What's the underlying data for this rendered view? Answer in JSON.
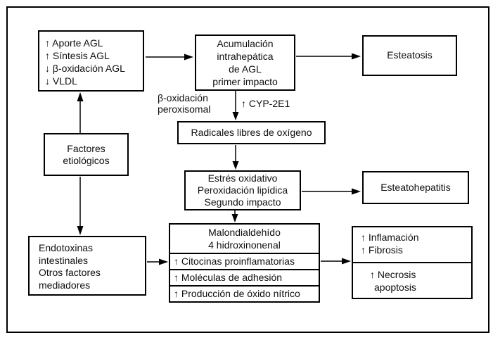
{
  "boxes": {
    "agl": {
      "lines": [
        "↑ Aporte AGL",
        "↑ Síntesis AGL",
        "↓ β-oxidación AGL",
        "↓ VLDL"
      ]
    },
    "acumulacion": {
      "lines": [
        "Acumulación",
        "intrahepática",
        "de AGL",
        "primer impacto"
      ]
    },
    "esteatosis": {
      "label": "Esteatosis"
    },
    "radicales": {
      "label": "Radicales libres de oxígeno"
    },
    "estres": {
      "lines": [
        "Estrés oxidativo",
        "Peroxidación lipídica",
        "Segundo impacto"
      ]
    },
    "esteatohepatitis": {
      "label": "Esteatohepatitis"
    },
    "factores": {
      "lines": [
        "Factores",
        "etiológicos"
      ]
    },
    "endotoxinas": {
      "lines": [
        "Endotoxinas",
        "intestinales",
        "Otros factores",
        "mediadores"
      ]
    },
    "mediadores": {
      "header": [
        "Malondialdehído",
        "4 hidroxinonenal"
      ],
      "rows": [
        "↑ Citocinas proinflamatorias",
        "↑ Moléculas de adhesión",
        "↑ Producción de óxido nítrico"
      ]
    },
    "consecuencias": {
      "top": [
        "↑ Inflamación",
        "↑ Fibrosis"
      ],
      "bottom": [
        "↑ Necrosis",
        "apoptosis"
      ]
    }
  },
  "floating_labels": {
    "beta_oxidacion": [
      "β-oxidación",
      "peroxisomal"
    ],
    "cyp2e1": "↑ CYP-2E1"
  },
  "colors": {
    "line": "#000000",
    "background": "#ffffff",
    "text": "#0f0f0f"
  }
}
